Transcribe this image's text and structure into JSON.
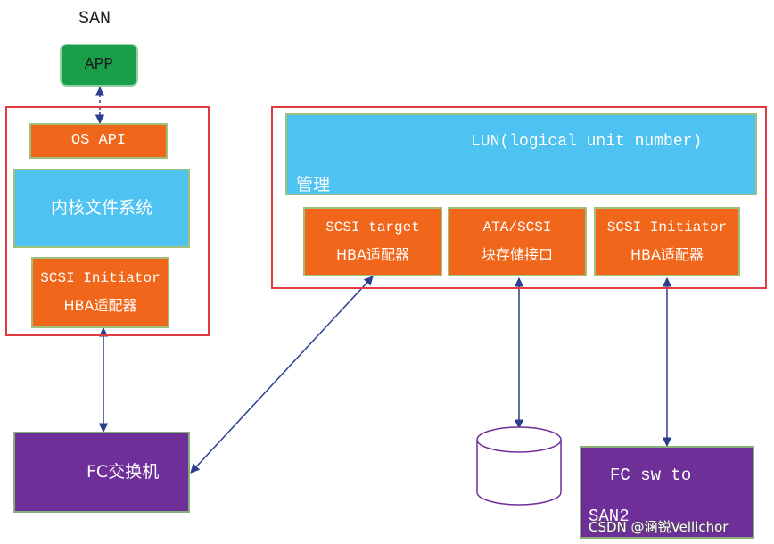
{
  "title": "SAN",
  "app": {
    "label": "APP"
  },
  "host": {
    "os_api": "OS API",
    "kernel_fs": "内核文件系统",
    "initiator": {
      "line1": "SCSI Initiator",
      "line2": "HBA适配器"
    }
  },
  "storage": {
    "lun": "LUN(logical unit number)",
    "manage": "管理",
    "target": {
      "line1": "SCSI target",
      "line2": "HBA适配器"
    },
    "ata": {
      "line1": "ATA/SCSI",
      "line2": "块存储接口"
    },
    "initiator2": {
      "line1": "SCSI Initiator",
      "line2": "HBA适配器"
    }
  },
  "fc_switch": "FC交换机",
  "fc_sw_san2": {
    "line1": "FC sw to",
    "line2": "SAN2"
  },
  "watermark": "CSDN @涵锐Vellichor",
  "colors": {
    "orange": "#f0661a",
    "blue": "#4ec2f0",
    "purple": "#6f2f99",
    "green": "#1a9e4a",
    "red": "#e03a43",
    "arrow": "#2b3f8f"
  }
}
